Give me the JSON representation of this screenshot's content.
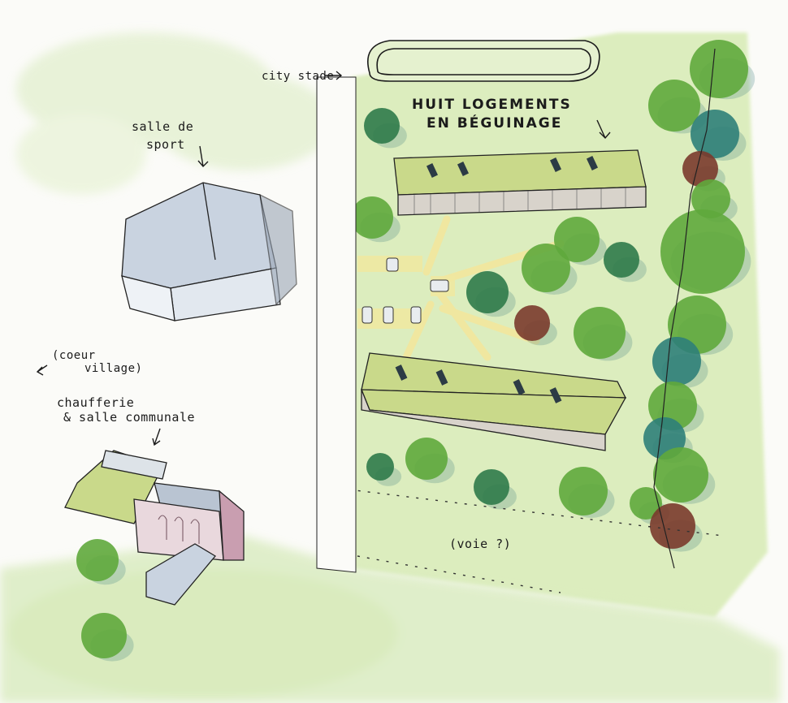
{
  "labels": {
    "salle_de_sport_1": "salle de",
    "salle_de_sport_2": "sport",
    "city_stade": "city stade",
    "title_line1": "HUIT LOGEMENTS",
    "title_line2": "EN BÉGUINAGE",
    "coeur_village_1": "(coeur",
    "coeur_village_2": "village)",
    "chaufferie_1": "chaufferie",
    "chaufferie_2": "& salle communale",
    "voie": "(voie ?)"
  },
  "icons": {
    "arrow": "hand-drawn-arrow",
    "tree": "watercolor-tree",
    "car": "parked-car"
  },
  "colors": {
    "paper": "#fbfbf8",
    "wash_green": "#cfe6a8",
    "tree_green": "#5fa83c",
    "tree_dark": "#2f7a4a",
    "tree_teal": "#2f7f79",
    "tree_red": "#7a3a2c",
    "roof_green": "#c9d98a",
    "grey_building": "#c9d3e0"
  }
}
